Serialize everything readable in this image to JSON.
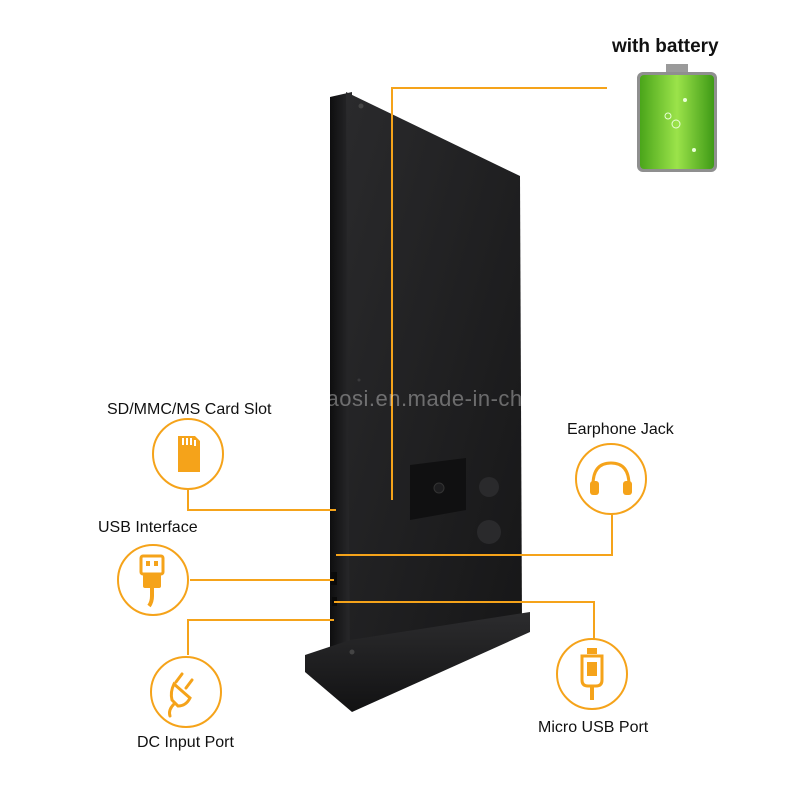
{
  "header": {
    "battery_label": "with battery"
  },
  "watermark": "praosi.en.made-in-china.com",
  "callouts": {
    "sd_card": "SD/MMC/MS Card Slot",
    "earphone": "Earphone Jack",
    "usb": "USB Interface",
    "dc_input": "DC Input Port",
    "micro_usb": "Micro USB Port"
  },
  "colors": {
    "accent": "#f5a31a",
    "device": "#1c1c1e",
    "battery_green": "#7ed321",
    "background": "#ffffff"
  },
  "icons": [
    "battery-icon",
    "sd-card-icon",
    "headphones-icon",
    "usb-plug-icon",
    "power-plug-icon",
    "micro-usb-icon"
  ]
}
